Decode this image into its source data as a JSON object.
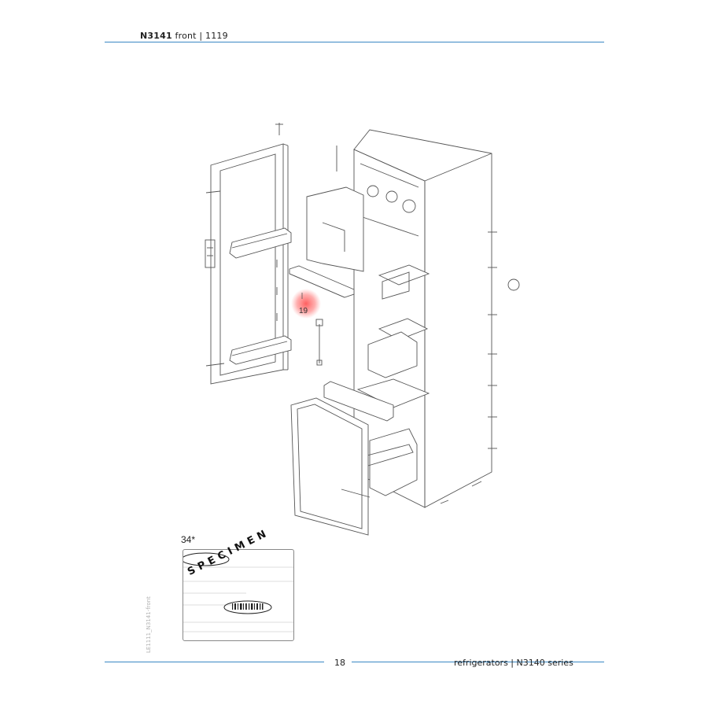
{
  "header": {
    "model": "N3141",
    "suffix": " front | 1119"
  },
  "figure": {
    "highlighted_callout": "19",
    "specimen_ref": "34*",
    "specimen_watermark": "SPECIMEN",
    "highlight_color": "#ff0000"
  },
  "side_code": "LE1111_N3141-front",
  "footer": {
    "page_number": "18",
    "series": "refrigerators | N3140 series"
  },
  "colors": {
    "accent_rule": "#3a88c4"
  }
}
